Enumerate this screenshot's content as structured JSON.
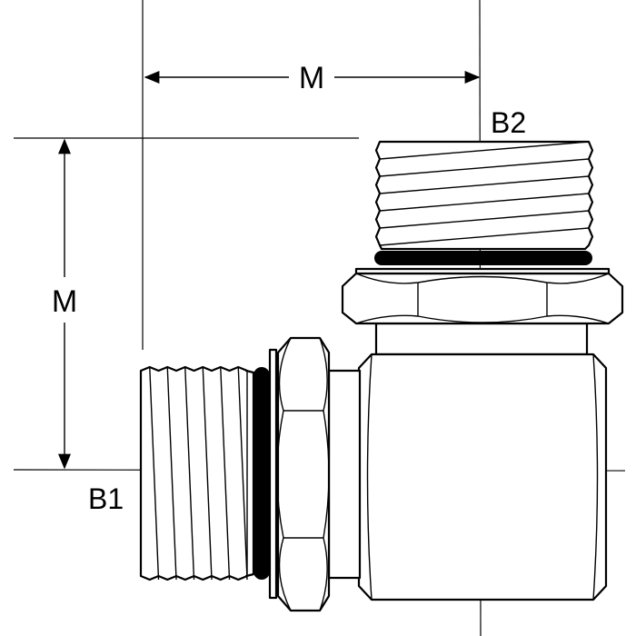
{
  "labels": {
    "dim_horizontal": "M",
    "dim_vertical": "M",
    "port_top": "B2",
    "port_left": "B1"
  },
  "colors": {
    "line": "#000000",
    "background": "#ffffff"
  }
}
